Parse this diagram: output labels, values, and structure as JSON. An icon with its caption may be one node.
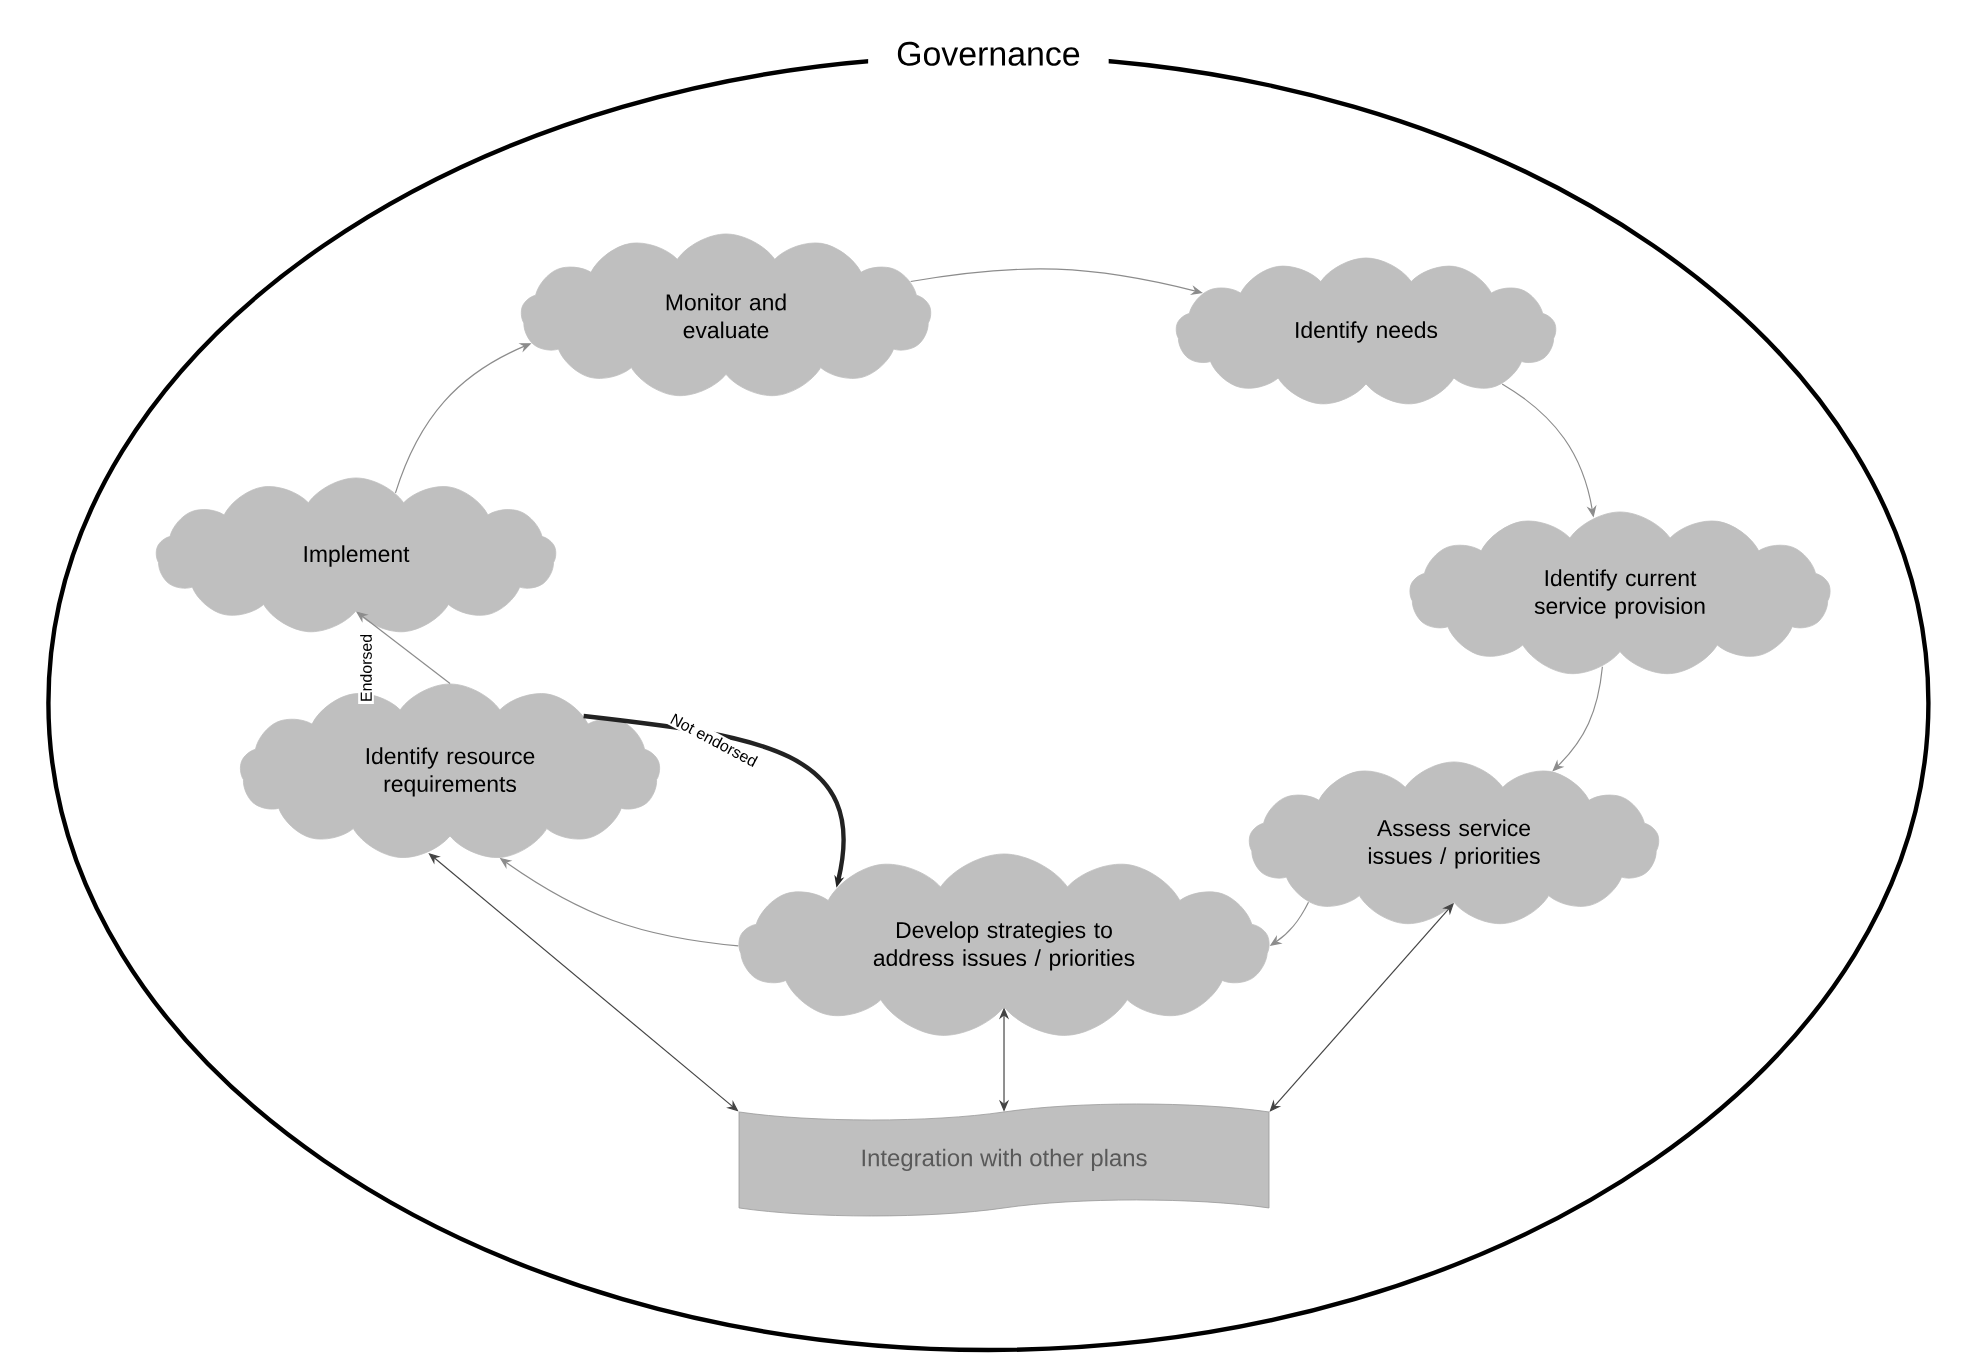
{
  "diagram": {
    "nodes": [
      {
        "text": [
          "Governance"
        ]
      },
      {
        "text": [
          "Monitor and evaluate"
        ],
        "in": 0
      },
      {
        "text": [
          "Identify needs"
        ],
        "in": 0
      },
      {
        "text": [
          "Identify current service provision"
        ],
        "in": 0
      },
      {
        "text": [
          "Assess service issues / priorities"
        ],
        "in": 0
      },
      {
        "text": [
          "Develop strategies to address issues / priorities"
        ],
        "in": 0
      },
      {
        "text": [
          "Identify resource requirements"
        ],
        "in": 0
      },
      {
        "text": [
          "Implement"
        ],
        "in": 0
      },
      {
        "text": [
          "Integration with other plans"
        ],
        "in": 0
      }
    ],
    "edges": [
      {
        "from": 1,
        "to": 2,
        "arrow": "to"
      },
      {
        "from": 2,
        "to": 3,
        "arrow": "to"
      },
      {
        "from": 3,
        "to": 4,
        "arrow": "to"
      },
      {
        "from": 4,
        "to": 5,
        "arrow": "to"
      },
      {
        "from": 5,
        "to": 6,
        "arrow": "to"
      },
      {
        "from": 6,
        "to": 7,
        "arrow": "to",
        "label": "Endorsed"
      },
      {
        "from": 6,
        "to": 5,
        "arrow": "to",
        "label": "Not endorsed",
        "style": "thick",
        "color": "#222222"
      },
      {
        "from": 7,
        "to": 1,
        "arrow": "to"
      },
      {
        "from": 8,
        "to": 6,
        "arrow": "both",
        "color": "#444444"
      },
      {
        "from": 8,
        "to": 5,
        "arrow": "both",
        "color": "#444444"
      },
      {
        "from": 8,
        "to": 4,
        "arrow": "both",
        "color": "#444444"
      }
    ]
  }
}
